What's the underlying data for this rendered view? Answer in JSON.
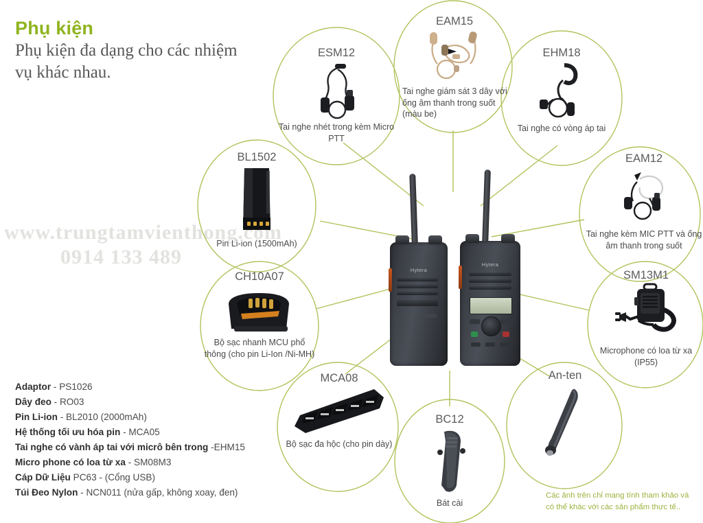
{
  "header": {
    "title": "Phụ kiện",
    "subtitle": "Phụ kiện đa dạng cho các nhiệm vụ khác nhau."
  },
  "watermark": {
    "line1": "www.trungtamvienthong.com",
    "line2": "0914 133 489"
  },
  "nodes": [
    {
      "id": "esm12",
      "code": "ESM12",
      "desc": "Tai nghe nhét trong kèm Micro PTT",
      "art": "earpiece-ptt-icon"
    },
    {
      "id": "eam15",
      "code": "EAM15",
      "desc": "Tai nghe giám sát 3 dây với ống âm thanh trong suốt (màu be)",
      "art": "surveillance-kit-beige-icon"
    },
    {
      "id": "ehm18",
      "code": "EHM18",
      "desc": "Tai nghe có vòng áp tai",
      "art": "ear-hook-headset-icon"
    },
    {
      "id": "eam12",
      "code": "EAM12",
      "desc": "Tai nghe kèm MIC PTT và ống âm thanh trong suốt",
      "art": "acoustic-tube-headset-icon"
    },
    {
      "id": "bl1502",
      "code": "BL1502",
      "desc": "Pin Li-ion (1500mAh)",
      "art": "battery-icon"
    },
    {
      "id": "ch10a07",
      "code": "CH10A07",
      "desc": "Bộ sạc nhanh MCU phổ thông (cho pin Li-Ion /Ni-MH)",
      "art": "single-charger-icon"
    },
    {
      "id": "mca08",
      "code": "MCA08",
      "desc": "Bộ sạc đa hộc (cho pin dày)",
      "art": "multi-charger-icon"
    },
    {
      "id": "bc12",
      "code": "BC12",
      "desc": "Bát cài",
      "art": "belt-clip-icon"
    },
    {
      "id": "anten",
      "code": "An-ten",
      "desc": "",
      "art": "antenna-icon"
    },
    {
      "id": "sm13m1",
      "code": "SM13M1",
      "desc": "Microphone có loa từ xa (IP55)",
      "art": "speaker-mic-icon"
    }
  ],
  "accessory_list": [
    {
      "name": "Adaptor",
      "value": "- PS1026"
    },
    {
      "name": "Dây đeo",
      "value": "- RO03"
    },
    {
      "name": "Pin Li-ion",
      "value": "- BL2010 (2000mAh)"
    },
    {
      "name": "Hệ thống tối ưu hóa pin",
      "value": "- MCA05"
    },
    {
      "name": "Tai nghe có vành áp tai với micrô bên trong",
      "value": "-EHM15"
    },
    {
      "name": "Micro phone có loa từ xa",
      "value": "- SM08M3"
    },
    {
      "name": "Cáp Dữ Liệu",
      "value": "PC63 - (Cổng USB)"
    },
    {
      "name": "Túi Đeo Nylon",
      "value": "- NCN011 (nửa gấp, không xoay, đen)"
    }
  ],
  "footnote": {
    "line1": "Các ảnh trên chỉ mang tính tham khảo và",
    "line2": "có thể khác với các sản phẩm thực tế.."
  },
  "radios": {
    "brand": "Hytera",
    "left_label": "radio-back-view",
    "right_label": "radio-front-view"
  },
  "colors": {
    "accent_green": "#8fb41f",
    "circle_stroke": "#b3c25c",
    "text_gray": "#58585a",
    "footnote_green": "#9bb33f"
  }
}
